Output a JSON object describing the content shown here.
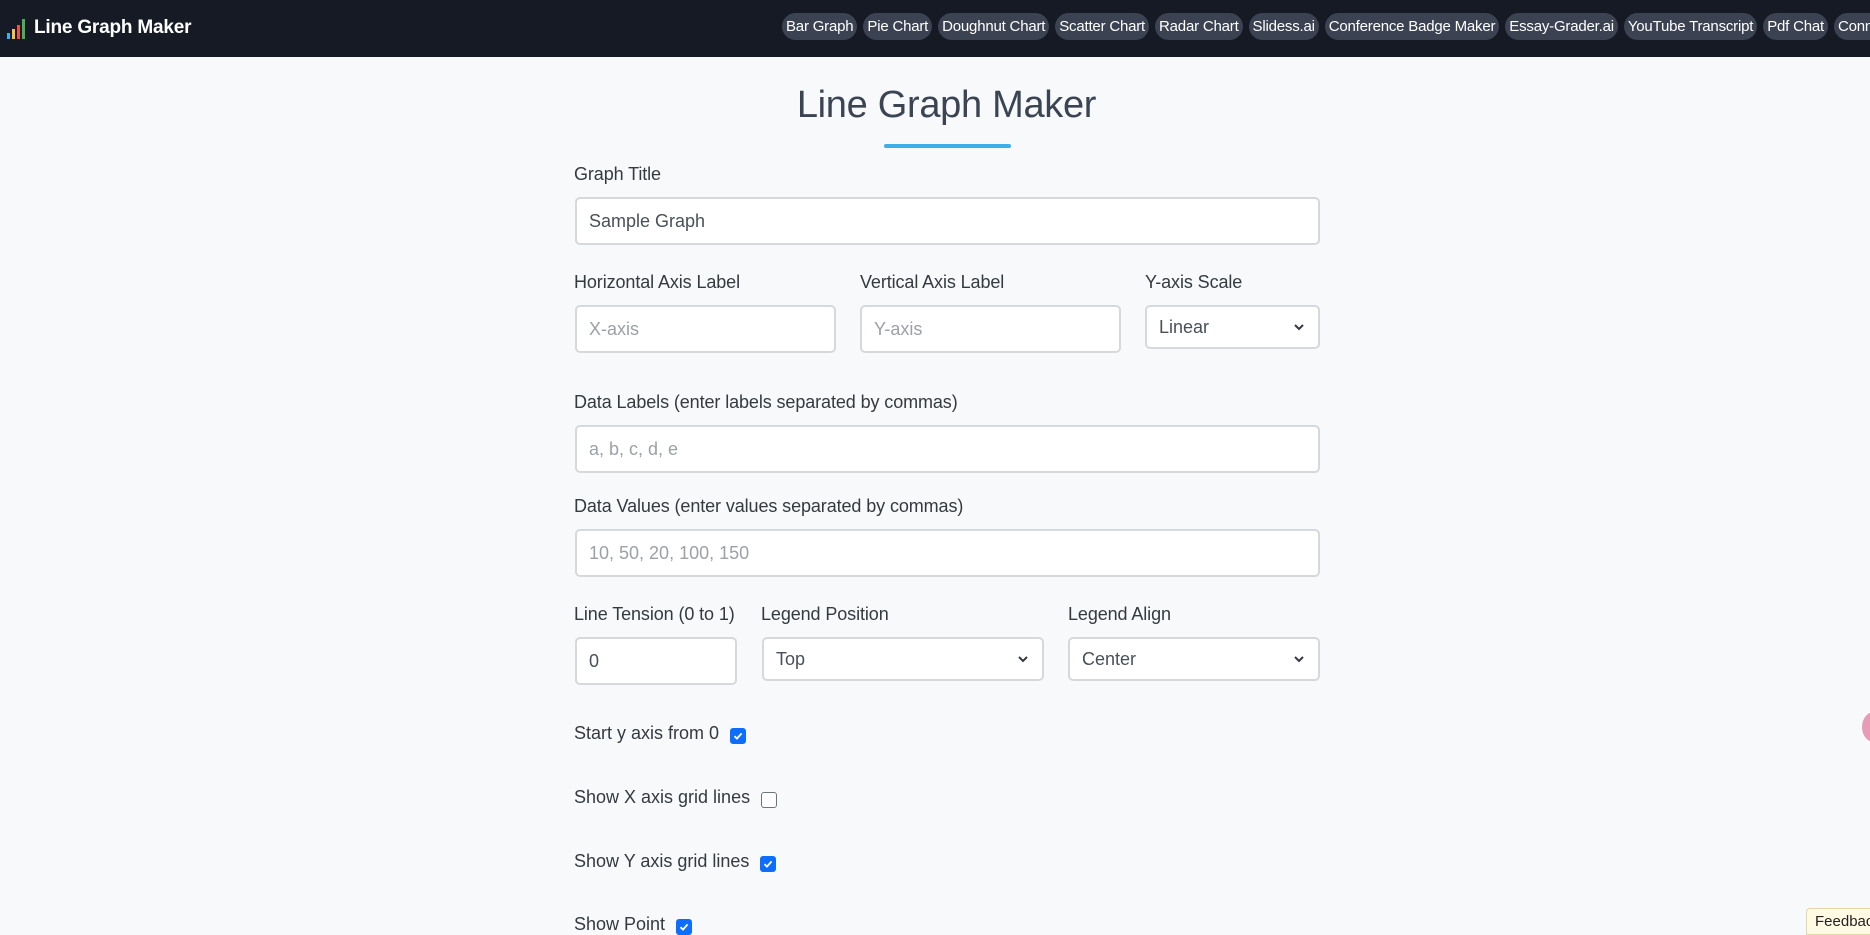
{
  "brand": {
    "name": "Line Graph Maker",
    "icon": "bar-chart-logo-icon"
  },
  "nav": {
    "links": [
      "Bar Graph",
      "Pie Chart",
      "Doughnut Chart",
      "Scatter Chart",
      "Radar Chart",
      "Slidess.ai",
      "Conference Badge Maker",
      "Essay-Grader.ai",
      "YouTube Transcript",
      "Pdf Chat",
      "ConnectionsHint"
    ]
  },
  "page": {
    "title": "Line Graph Maker",
    "accent_color": "#3daee9"
  },
  "form": {
    "graph_title": {
      "label": "Graph Title",
      "value": "Sample Graph"
    },
    "x_label": {
      "label": "Horizontal Axis Label",
      "placeholder": "X-axis"
    },
    "y_label": {
      "label": "Vertical Axis Label",
      "placeholder": "Y-axis"
    },
    "y_scale": {
      "label": "Y-axis Scale",
      "value": "Linear"
    },
    "data_labels": {
      "label": "Data Labels (enter labels separated by commas)",
      "placeholder": "a, b, c, d, e"
    },
    "data_values": {
      "label": "Data Values (enter values separated by commas)",
      "placeholder": "10, 50, 20, 100, 150"
    },
    "line_tension": {
      "label": "Line Tension (0 to 1)",
      "value": "0"
    },
    "legend_position": {
      "label": "Legend Position",
      "value": "Top"
    },
    "legend_align": {
      "label": "Legend Align",
      "value": "Center"
    },
    "checks": [
      {
        "label": "Start y axis from 0",
        "checked": true
      },
      {
        "label": "Show X axis grid lines",
        "checked": false
      },
      {
        "label": "Show Y axis grid lines",
        "checked": true
      },
      {
        "label": "Show Point",
        "checked": true
      }
    ]
  },
  "feedback": {
    "label": "Feedback"
  },
  "colors": {
    "nav_bg": "#151a25",
    "pill_bg": "#3b4251",
    "checkbox": "#0d6efd"
  }
}
